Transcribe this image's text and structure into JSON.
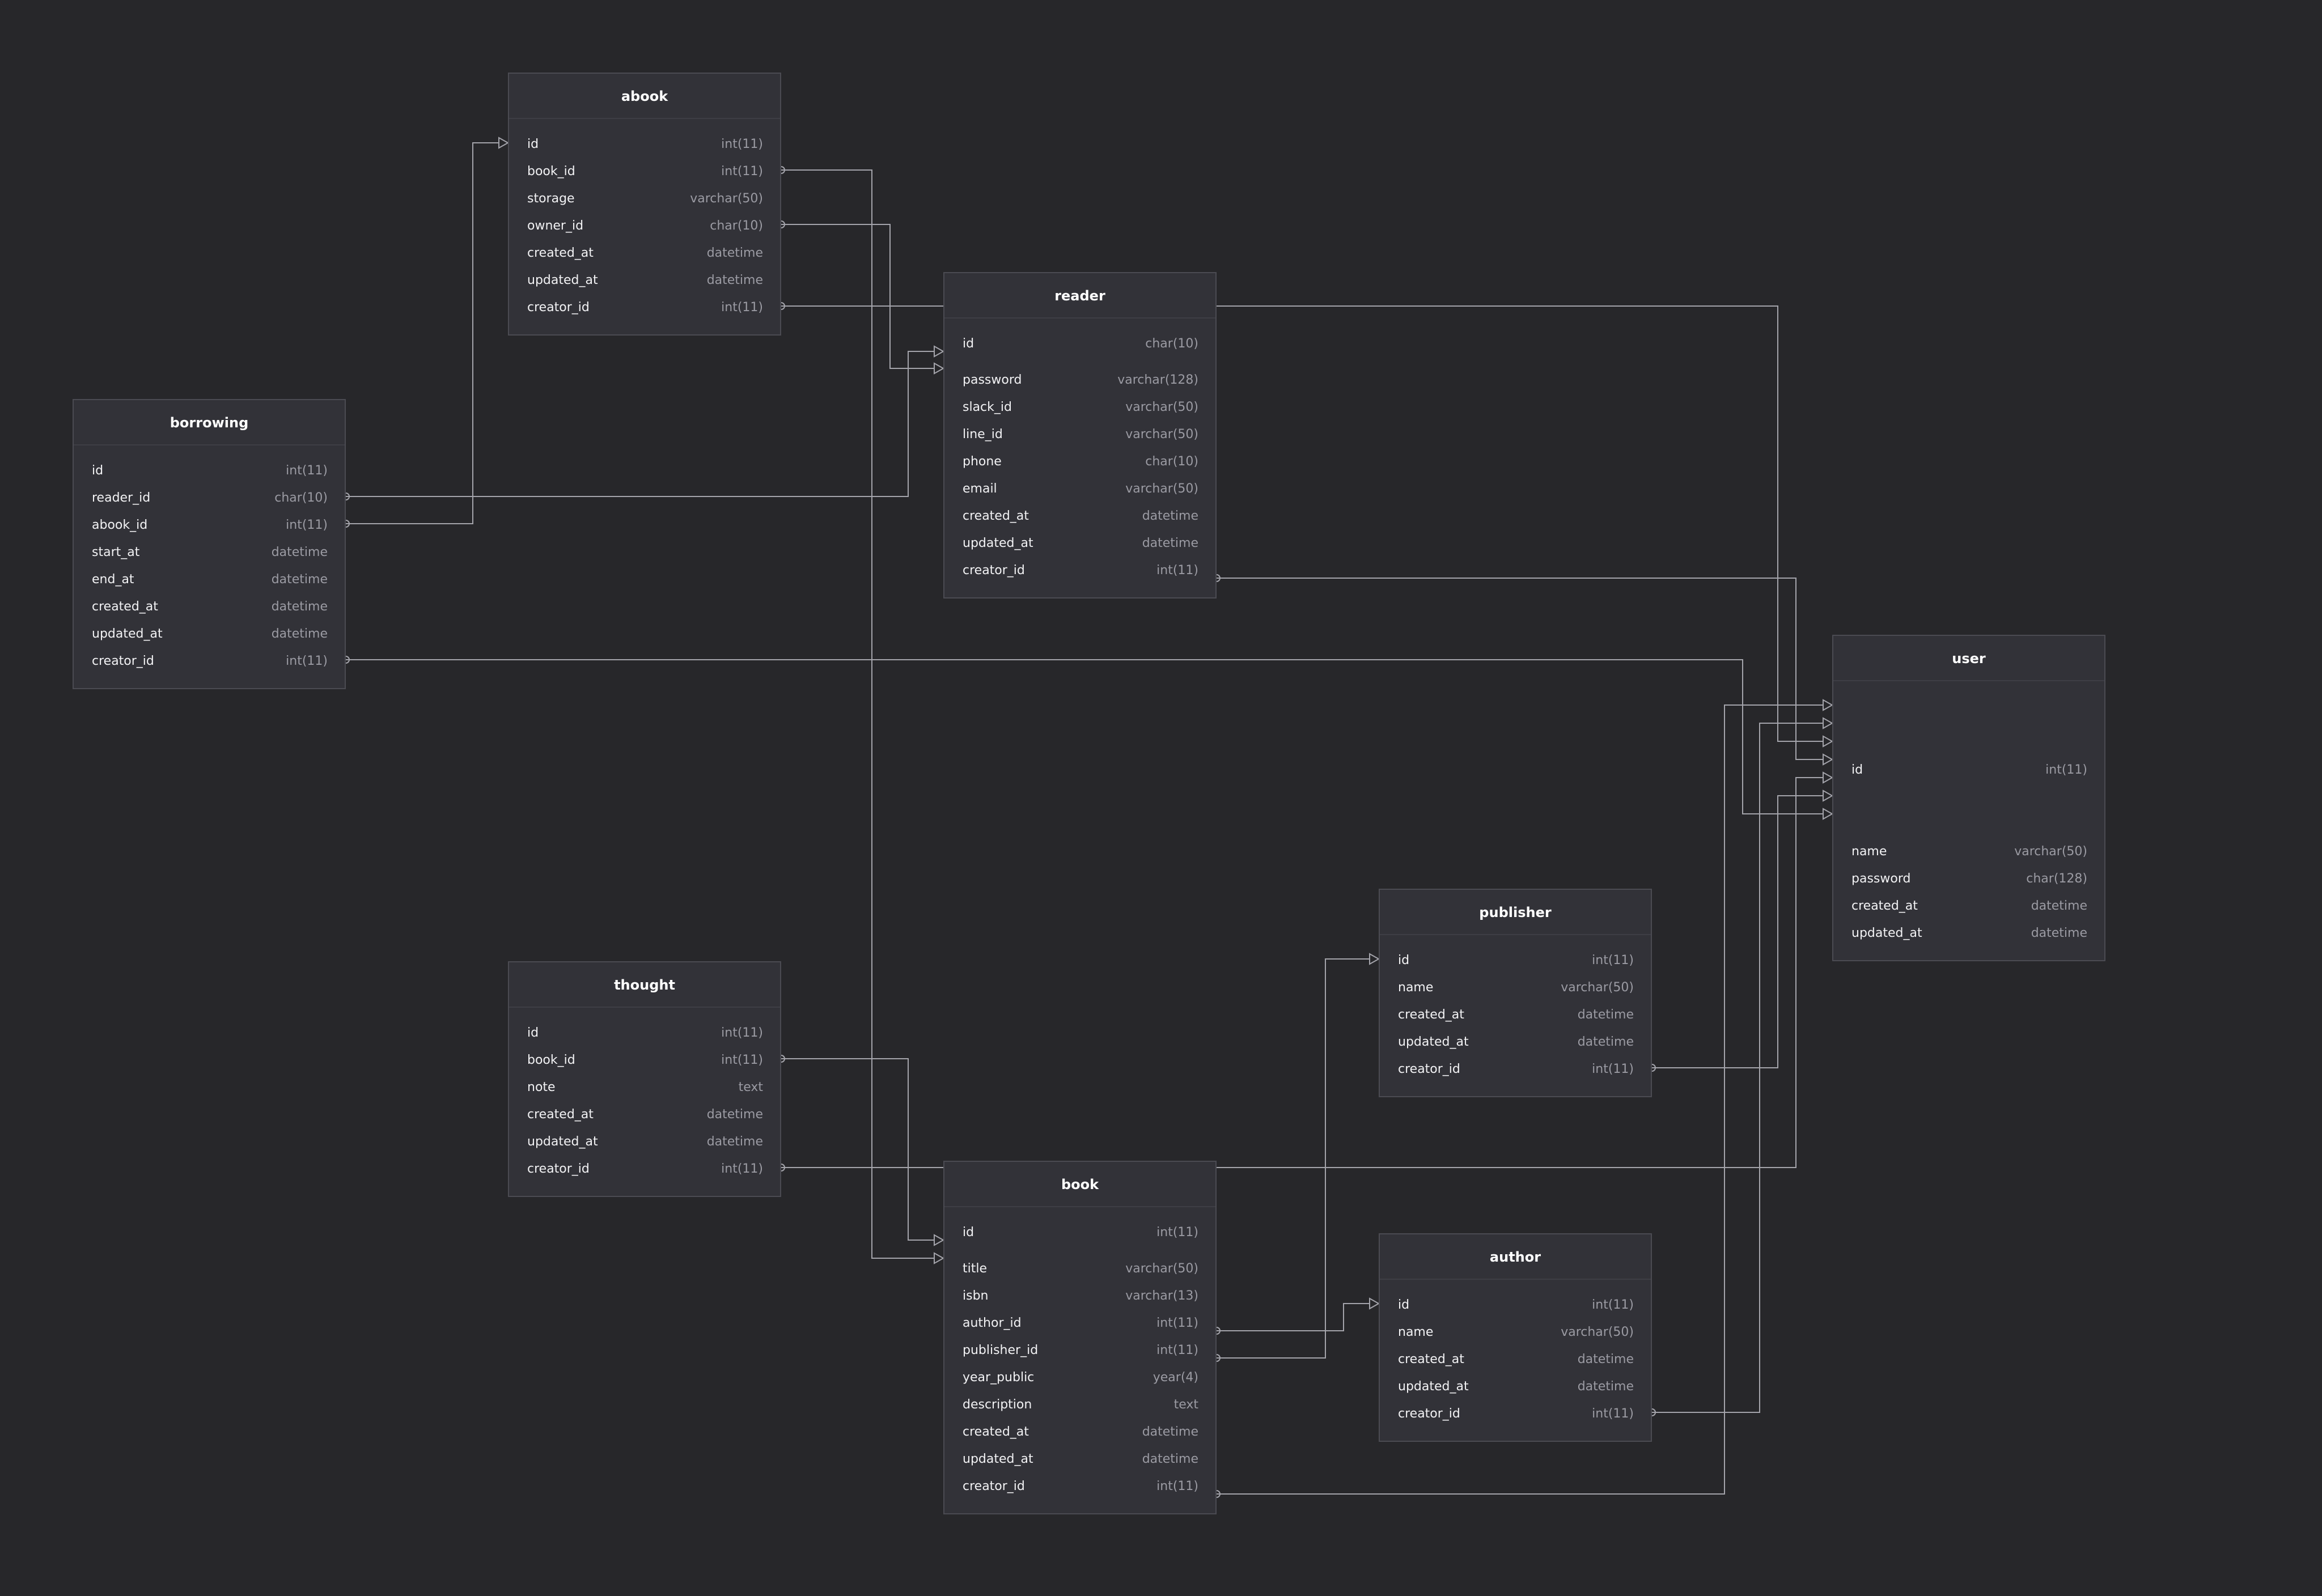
{
  "colors": {
    "background": "#27272a",
    "entity_fill": "#323238",
    "entity_border": "#4b4b52",
    "line": "#a4a4ab",
    "field_name": "#f2f2f4",
    "field_type": "#9b9ba3"
  },
  "entities": {
    "abook": {
      "title": "abook",
      "fields": [
        {
          "name": "id",
          "type": "int(11)"
        },
        {
          "name": "book_id",
          "type": "int(11)"
        },
        {
          "name": "storage",
          "type": "varchar(50)"
        },
        {
          "name": "owner_id",
          "type": "char(10)"
        },
        {
          "name": "created_at",
          "type": "datetime"
        },
        {
          "name": "updated_at",
          "type": "datetime"
        },
        {
          "name": "creator_id",
          "type": "int(11)"
        }
      ]
    },
    "reader": {
      "title": "reader",
      "fields": [
        {
          "name": "id",
          "type": "char(10)"
        },
        {
          "name": "password",
          "type": "varchar(128)"
        },
        {
          "name": "slack_id",
          "type": "varchar(50)"
        },
        {
          "name": "line_id",
          "type": "varchar(50)"
        },
        {
          "name": "phone",
          "type": "char(10)"
        },
        {
          "name": "email",
          "type": "varchar(50)"
        },
        {
          "name": "created_at",
          "type": "datetime"
        },
        {
          "name": "updated_at",
          "type": "datetime"
        },
        {
          "name": "creator_id",
          "type": "int(11)"
        }
      ]
    },
    "borrowing": {
      "title": "borrowing",
      "fields": [
        {
          "name": "id",
          "type": "int(11)"
        },
        {
          "name": "reader_id",
          "type": "char(10)"
        },
        {
          "name": "abook_id",
          "type": "int(11)"
        },
        {
          "name": "start_at",
          "type": "datetime"
        },
        {
          "name": "end_at",
          "type": "datetime"
        },
        {
          "name": "created_at",
          "type": "datetime"
        },
        {
          "name": "updated_at",
          "type": "datetime"
        },
        {
          "name": "creator_id",
          "type": "int(11)"
        }
      ]
    },
    "user": {
      "title": "user",
      "fields": [
        {
          "name": "id",
          "type": "int(11)"
        },
        {
          "name": "name",
          "type": "varchar(50)"
        },
        {
          "name": "password",
          "type": "char(128)"
        },
        {
          "name": "created_at",
          "type": "datetime"
        },
        {
          "name": "updated_at",
          "type": "datetime"
        }
      ]
    },
    "publisher": {
      "title": "publisher",
      "fields": [
        {
          "name": "id",
          "type": "int(11)"
        },
        {
          "name": "name",
          "type": "varchar(50)"
        },
        {
          "name": "created_at",
          "type": "datetime"
        },
        {
          "name": "updated_at",
          "type": "datetime"
        },
        {
          "name": "creator_id",
          "type": "int(11)"
        }
      ]
    },
    "thought": {
      "title": "thought",
      "fields": [
        {
          "name": "id",
          "type": "int(11)"
        },
        {
          "name": "book_id",
          "type": "int(11)"
        },
        {
          "name": "note",
          "type": "text"
        },
        {
          "name": "created_at",
          "type": "datetime"
        },
        {
          "name": "updated_at",
          "type": "datetime"
        },
        {
          "name": "creator_id",
          "type": "int(11)"
        }
      ]
    },
    "book": {
      "title": "book",
      "fields": [
        {
          "name": "id",
          "type": "int(11)"
        },
        {
          "name": "title",
          "type": "varchar(50)"
        },
        {
          "name": "isbn",
          "type": "varchar(13)"
        },
        {
          "name": "author_id",
          "type": "int(11)"
        },
        {
          "name": "publisher_id",
          "type": "int(11)"
        },
        {
          "name": "year_public",
          "type": "year(4)"
        },
        {
          "name": "description",
          "type": "text"
        },
        {
          "name": "created_at",
          "type": "datetime"
        },
        {
          "name": "updated_at",
          "type": "datetime"
        },
        {
          "name": "creator_id",
          "type": "int(11)"
        }
      ]
    },
    "author": {
      "title": "author",
      "fields": [
        {
          "name": "id",
          "type": "int(11)"
        },
        {
          "name": "name",
          "type": "varchar(50)"
        },
        {
          "name": "created_at",
          "type": "datetime"
        },
        {
          "name": "updated_at",
          "type": "datetime"
        },
        {
          "name": "creator_id",
          "type": "int(11)"
        }
      ]
    }
  }
}
